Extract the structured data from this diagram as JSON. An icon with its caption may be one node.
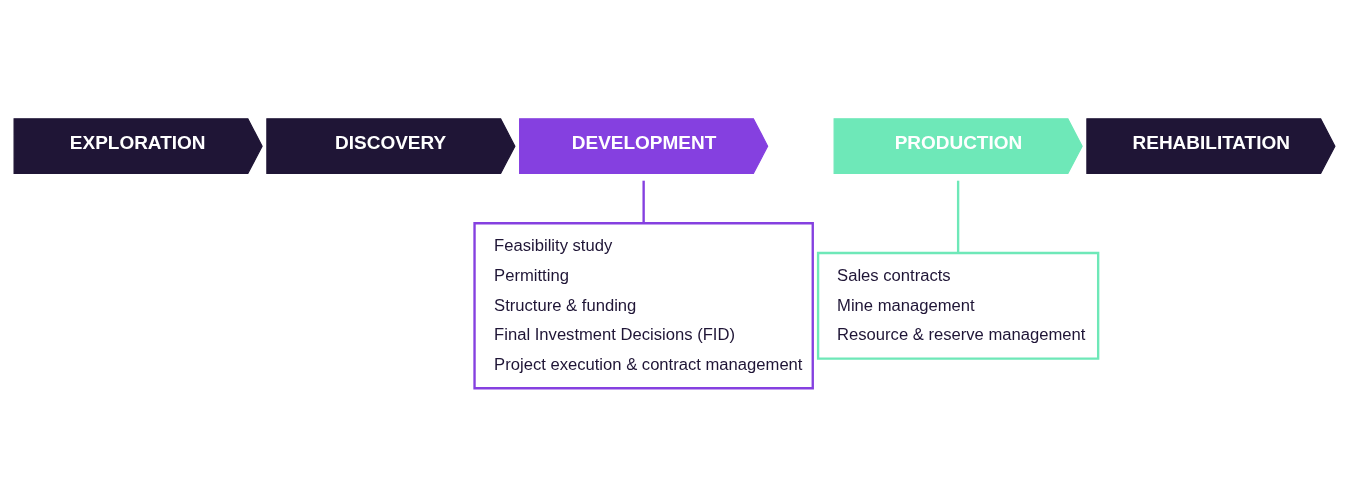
{
  "diagram": {
    "nodes": [
      {
        "text": [
          "EXPLORATION"
        ]
      },
      {
        "text": [
          "DISCOVERY"
        ]
      },
      {
        "text": [
          "DEVELOPMENT"
        ]
      },
      {
        "text": [
          "PRODUCTION"
        ]
      },
      {
        "text": [
          "REHABILITATION"
        ]
      },
      {
        "text": [
          "Feasibility study",
          "Permitting",
          "Structure & funding",
          "Final Investment Decisions (FID)",
          "Project execution & contract management"
        ]
      },
      {
        "text": [
          "Sales contracts",
          "Mine management",
          "Resource & reserve management"
        ]
      }
    ],
    "edges": [
      {
        "from": 2,
        "to": 5,
        "arrow": "none",
        "color": "#8540e0"
      },
      {
        "from": 3,
        "to": 6,
        "arrow": "none",
        "color": "#6ee8b8"
      }
    ]
  }
}
